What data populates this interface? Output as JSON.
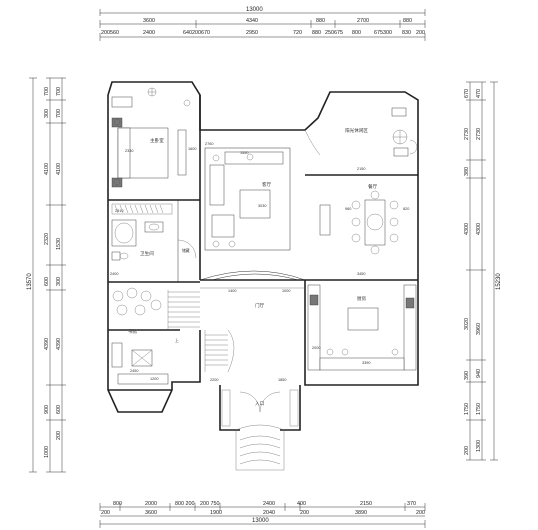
{
  "dimensions": {
    "top_total": "13000",
    "top_row1": [
      "3600",
      "4340",
      "880",
      "2700",
      "880"
    ],
    "top_row2": [
      "200560",
      "2400",
      "640200670",
      "2950",
      "720",
      "880",
      "250675",
      "800",
      "675300",
      "830",
      "200"
    ],
    "bottom_row1": [
      "800",
      "2000",
      "800 200",
      "200 750",
      "2400",
      "400",
      "2150",
      "370"
    ],
    "bottom_row2": [
      "200",
      "3600",
      "1900",
      "2040",
      "200",
      "3890",
      "200"
    ],
    "bottom_total": "13000",
    "left_outer_total": "13570",
    "left_outer": [
      "700",
      "300",
      "4100",
      "2320",
      "600",
      "4390",
      "900",
      "1000"
    ],
    "left_inner": [
      "700",
      "700",
      "4100",
      "1530",
      "300",
      "4390",
      "600",
      "200"
    ],
    "right_outer_total": "15230",
    "right_outer": [
      "470",
      "2730",
      "4300",
      "3960",
      "940",
      "1750",
      "1300"
    ],
    "right_inner": [
      "670",
      "2730",
      "380",
      "4300",
      "3020",
      "390",
      "1750",
      "200"
    ]
  },
  "rooms": {
    "bedroom": "主卧室",
    "stair_up": "上",
    "bath": "卫生间",
    "living": "客厅",
    "dining": "餐厅",
    "foyer": "门厅",
    "kitchen": "厨房",
    "study": "书房",
    "entry": "入口",
    "storage": "储藏",
    "bay": "阳光休闲区"
  },
  "labels": {
    "d2330": "2330",
    "d2510": "2510",
    "d1550": "1550",
    "d3030": "3030",
    "d3450": "3450",
    "d2400": "2400",
    "d1400": "1400",
    "d1000": "1000",
    "d2000": "2000",
    "d3390": "3390",
    "d2760": "2760",
    "d1850": "1850",
    "d2450": "2450",
    "d2150": "2150",
    "d960": "960",
    "d820": "820",
    "d1600": "1600",
    "d2200": "2200",
    "d1200": "1200"
  }
}
